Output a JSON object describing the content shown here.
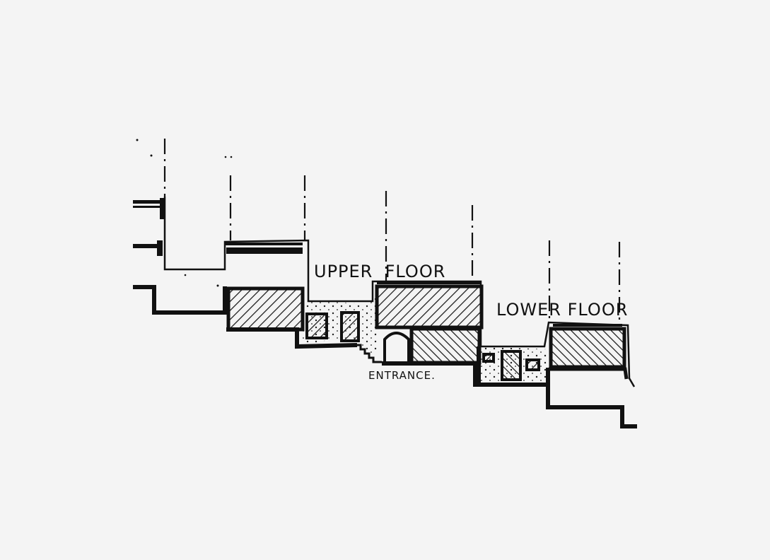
{
  "labels": {
    "upper_floor": "UPPER  FLOOR",
    "lower_floor": "LOWER FLOOR",
    "entrance": "ENTRANCE."
  },
  "colors": {
    "ink": "#111111",
    "paper": "#f4f4f4"
  }
}
